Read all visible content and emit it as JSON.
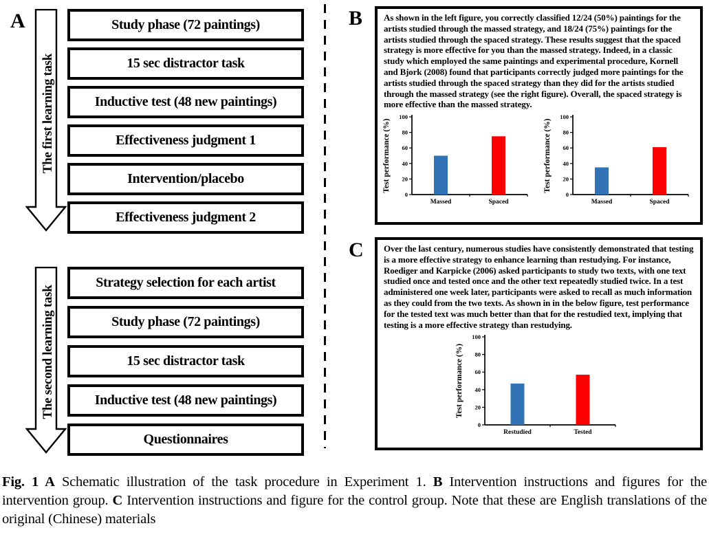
{
  "panel_a": {
    "label": "A",
    "task1": {
      "arrow_label": "The first learning task",
      "boxes": [
        "Study phase (72 paintings)",
        "15 sec distractor task",
        "Inductive test (48 new paintings)",
        "Effectiveness judgment 1",
        "Intervention/placebo",
        "Effectiveness judgment 2"
      ]
    },
    "task2": {
      "arrow_label": "The second learning task",
      "boxes": [
        "Strategy selection for each artist",
        "Study phase (72 paintings)",
        "15 sec distractor task",
        "Inductive test (48 new paintings)",
        "Questionnaires"
      ]
    }
  },
  "panel_b": {
    "label": "B",
    "text": "As shown in the left figure, you correctly classified 12/24 (50%) paintings for the artists studied through the massed strategy, and 18/24 (75%) paintings for the artists studied through the spaced strategy. These results suggest that the spaced strategy is more effective for you than the massed strategy. Indeed, in a classic study which employed the same paintings and experimental procedure, Kornell and Bjork (2008) found that participants correctly judged more paintings for the artists studied through the spaced strategy than they did for the artists studied through the massed strategy (see the right figure). Overall, the spaced strategy is more effective than the massed strategy."
  },
  "panel_c": {
    "label": "C",
    "text": "Over the last century, numerous studies have consistently demonstrated that testing is a more effective strategy to enhance learning than restudying. For instance, Roediger and Karpicke (2006) asked participants to study two texts, with one text studied once and tested once and the other text repeatedly studied twice. In a test administered one week later, participants were asked to recall as much information as they could from the two texts. As shown in in the below figure, test performance for the tested text was much better than that for the restudied text, implying that testing is a more effective strategy than restudying."
  },
  "chart_data": [
    {
      "id": "b_left",
      "type": "bar",
      "categories": [
        "Massed",
        "Spaced"
      ],
      "values": [
        50,
        75
      ],
      "colors": [
        "#3273b5",
        "#fc0101"
      ],
      "title": "",
      "xlabel": "",
      "ylabel": "Test performance (%)",
      "ylim": [
        0,
        100
      ],
      "yticks": [
        0,
        20,
        40,
        60,
        80,
        100
      ],
      "grid": false,
      "legend": "none"
    },
    {
      "id": "b_right",
      "type": "bar",
      "categories": [
        "Massed",
        "Spaced"
      ],
      "values": [
        35,
        61
      ],
      "colors": [
        "#3273b5",
        "#fc0101"
      ],
      "title": "",
      "xlabel": "",
      "ylabel": "Test performance (%)",
      "ylim": [
        0,
        100
      ],
      "yticks": [
        0,
        20,
        40,
        60,
        80,
        100
      ],
      "grid": false,
      "legend": "none"
    },
    {
      "id": "c_bottom",
      "type": "bar",
      "categories": [
        "Restudied",
        "Tested"
      ],
      "values": [
        47,
        57
      ],
      "colors": [
        "#3273b5",
        "#fc0101"
      ],
      "title": "",
      "xlabel": "",
      "ylabel": "Test performance (%)",
      "ylim": [
        0,
        100
      ],
      "yticks": [
        0,
        20,
        40,
        60,
        80,
        100
      ],
      "grid": false,
      "legend": "none"
    }
  ],
  "caption": {
    "fig_label": "Fig. 1",
    "a_label": "A",
    "a_text": "Schematic illustration of the task procedure in Experiment 1.",
    "b_label": "B",
    "b_text": "Intervention instructions and figures for the intervention group.",
    "c_label": "C",
    "c_text": "Intervention instructions and figure for the control group. Note that these are English translations of the original (Chinese) materials"
  }
}
